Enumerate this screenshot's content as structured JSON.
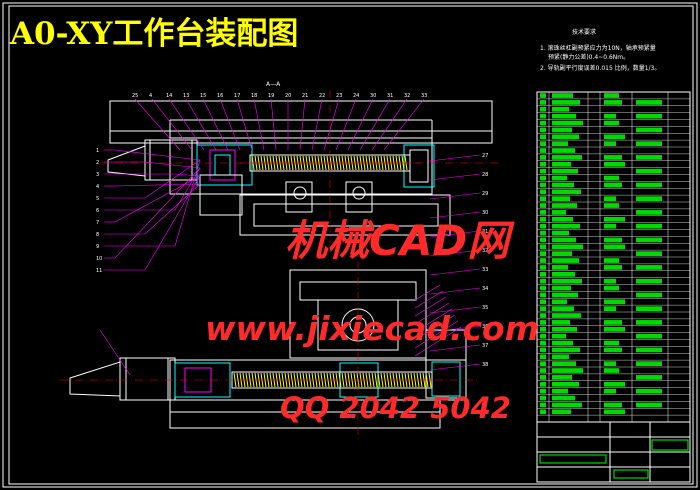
{
  "drawing": {
    "title": "A0-XY工作台装配图",
    "section_label": "A—A",
    "notes_title": "技术要求",
    "notes": [
      "1.  滚珠丝杠副预紧应力为10N，轴承预紧量",
      "预紧(静力公差)0.4~0.6Nm。",
      "2.  导轨副平行度误差0.015 比例，数量1/3。"
    ]
  },
  "watermark": {
    "line1": "机械CAD网",
    "line2": "www.jixiecad.com",
    "line3": "QQ 2042 5042"
  },
  "callouts_top": [
    "25",
    "4",
    "14",
    "13",
    "15",
    "16",
    "17",
    "18",
    "19",
    "20",
    "21",
    "22",
    "23",
    "24",
    "30",
    "31",
    "32",
    "33"
  ],
  "callouts_left": [
    "1",
    "2",
    "3",
    "4",
    "5",
    "6",
    "7",
    "8",
    "9",
    "10",
    "11"
  ],
  "callouts_right": [
    "27",
    "28",
    "29",
    "30",
    "31",
    "32",
    "33",
    "34",
    "35",
    "36",
    "37",
    "38"
  ],
  "colors": {
    "title": "#ffff00",
    "watermark": "#ff2a2a",
    "outline": "#ffffff",
    "thread": "#ffff00",
    "leader": "#ff00ff",
    "green": "#00ff00",
    "cyan": "#00ffff",
    "red": "#ff0000"
  }
}
